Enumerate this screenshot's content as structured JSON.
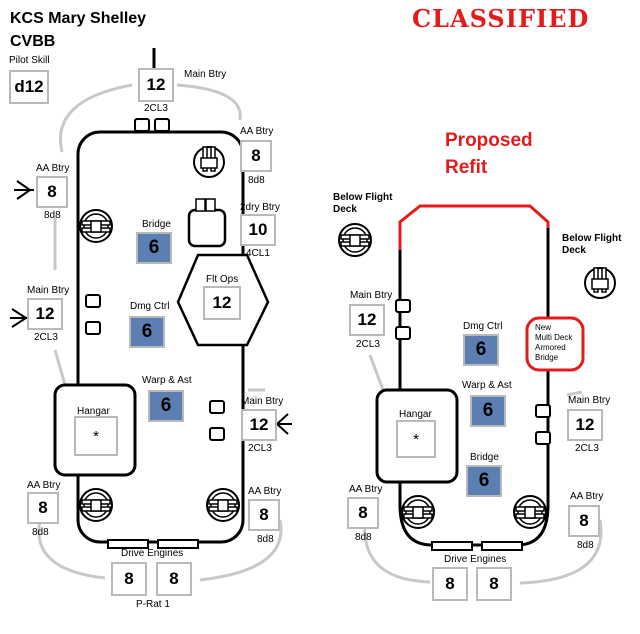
{
  "ship": {
    "name": "KCS Mary Shelley",
    "class": "CVBB"
  },
  "classified": "CLASSIFIED",
  "pilot": {
    "label": "Pilot Skill",
    "value": "d12"
  },
  "proposed": {
    "line1": "Proposed",
    "line2": "Refit"
  },
  "left": {
    "main_top": {
      "label": "Main Btry",
      "value": "12",
      "sub": "2CL3"
    },
    "aa_right_top": {
      "label": "AA Btry",
      "value": "8",
      "sub": "8d8"
    },
    "aa_left_top": {
      "label": "AA Btry",
      "value": "8",
      "sub": "8d8"
    },
    "dry": {
      "label": "2dry Btry",
      "value": "10",
      "sub": "4CL1"
    },
    "bridge": {
      "label": "Bridge",
      "value": "6"
    },
    "flt_ops": {
      "label": "Flt Ops",
      "value": "12"
    },
    "main_left": {
      "label": "Main Btry",
      "value": "12",
      "sub": "2CL3"
    },
    "dmg": {
      "label": "Dmg Ctrl",
      "value": "6"
    },
    "warp": {
      "label": "Warp & Ast",
      "value": "6"
    },
    "main_right": {
      "label": "Main Btry",
      "value": "12",
      "sub": "2CL3"
    },
    "hangar": {
      "label": "Hangar",
      "value": "*"
    },
    "aa_left_bot": {
      "label": "AA Btry",
      "value": "8",
      "sub": "8d8"
    },
    "aa_right_bot": {
      "label": "AA Btry",
      "value": "8",
      "sub": "8d8"
    },
    "drive": {
      "label": "Drive Engines",
      "v1": "8",
      "v2": "8",
      "sub": "P-Rat 1"
    }
  },
  "right": {
    "below_left": {
      "line1": "Below Flight",
      "line2": "Deck"
    },
    "below_right": {
      "line1": "Below Flight",
      "line2": "Deck"
    },
    "main_left": {
      "label": "Main Btry",
      "value": "12",
      "sub": "2CL3"
    },
    "dmg": {
      "label": "Dmg Ctrl",
      "value": "6"
    },
    "new_bridge": {
      "l1": "New",
      "l2": "Multi Deck",
      "l3": "Armored",
      "l4": "Bridge"
    },
    "warp": {
      "label": "Warp & Ast",
      "value": "6"
    },
    "main_right": {
      "label": "Main Btry",
      "value": "12",
      "sub": "2CL3"
    },
    "hangar": {
      "label": "Hangar",
      "value": "*"
    },
    "bridge": {
      "label": "Bridge",
      "value": "6"
    },
    "aa_left": {
      "label": "AA Btry",
      "value": "8",
      "sub": "8d8"
    },
    "aa_right": {
      "label": "AA Btry",
      "value": "8",
      "sub": "8d8"
    },
    "drive": {
      "label": "Drive Engines",
      "v1": "8",
      "v2": "8"
    }
  }
}
